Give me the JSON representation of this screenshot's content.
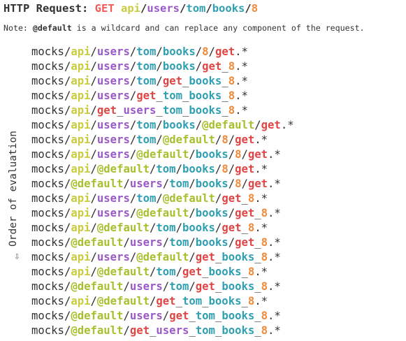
{
  "header": {
    "prefix": "HTTP Request:",
    "method": "GET",
    "path": [
      {
        "text": "api",
        "role": "api"
      },
      {
        "text": "/",
        "role": "sep"
      },
      {
        "text": "users",
        "role": "users"
      },
      {
        "text": "/",
        "role": "sep"
      },
      {
        "text": "tom",
        "role": "tom"
      },
      {
        "text": "/",
        "role": "sep"
      },
      {
        "text": "books",
        "role": "books"
      },
      {
        "text": "/",
        "role": "sep"
      },
      {
        "text": "8",
        "role": "num"
      }
    ]
  },
  "note": {
    "prefix": "Note: ",
    "keyword": "@default",
    "suffix": " is a wildcard and can replace any component of the request."
  },
  "side_label": "Order of evaluation",
  "arrow_glyph": "⇩",
  "colors": {
    "text": "#333333",
    "method": "#f05a5a",
    "api": "#c9cc3f",
    "users": "#9a59c7",
    "tom": "#2f9fb2",
    "books": "#2f9fb2",
    "num": "#f08a3a",
    "default": "#a8bf2e",
    "get": "#e04545"
  },
  "routes": [
    [
      [
        "mocks/",
        "t"
      ],
      [
        "api",
        "api"
      ],
      [
        "/",
        "t"
      ],
      [
        "users",
        "users"
      ],
      [
        "/",
        "t"
      ],
      [
        "tom",
        "tom"
      ],
      [
        "/",
        "t"
      ],
      [
        "books",
        "books"
      ],
      [
        "/",
        "t"
      ],
      [
        "8",
        "num"
      ],
      [
        "/",
        "t"
      ],
      [
        "get",
        "get"
      ],
      [
        ".*",
        "t"
      ]
    ],
    [
      [
        "mocks/",
        "t"
      ],
      [
        "api",
        "api"
      ],
      [
        "/",
        "t"
      ],
      [
        "users",
        "users"
      ],
      [
        "/",
        "t"
      ],
      [
        "tom",
        "tom"
      ],
      [
        "/",
        "t"
      ],
      [
        "books",
        "books"
      ],
      [
        "/",
        "t"
      ],
      [
        "get",
        "get"
      ],
      [
        "_",
        "t"
      ],
      [
        "8",
        "num"
      ],
      [
        ".*",
        "t"
      ]
    ],
    [
      [
        "mocks/",
        "t"
      ],
      [
        "api",
        "api"
      ],
      [
        "/",
        "t"
      ],
      [
        "users",
        "users"
      ],
      [
        "/",
        "t"
      ],
      [
        "tom",
        "tom"
      ],
      [
        "/",
        "t"
      ],
      [
        "get",
        "get"
      ],
      [
        "_",
        "t"
      ],
      [
        "books",
        "books"
      ],
      [
        "_",
        "t"
      ],
      [
        "8",
        "num"
      ],
      [
        ".*",
        "t"
      ]
    ],
    [
      [
        "mocks/",
        "t"
      ],
      [
        "api",
        "api"
      ],
      [
        "/",
        "t"
      ],
      [
        "users",
        "users"
      ],
      [
        "/",
        "t"
      ],
      [
        "get",
        "get"
      ],
      [
        "_",
        "t"
      ],
      [
        "tom",
        "tom"
      ],
      [
        "_",
        "t"
      ],
      [
        "books",
        "books"
      ],
      [
        "_",
        "t"
      ],
      [
        "8",
        "num"
      ],
      [
        ".*",
        "t"
      ]
    ],
    [
      [
        "mocks/",
        "t"
      ],
      [
        "api",
        "api"
      ],
      [
        "/",
        "t"
      ],
      [
        "get",
        "get"
      ],
      [
        "_",
        "t"
      ],
      [
        "users",
        "users"
      ],
      [
        "_",
        "t"
      ],
      [
        "tom",
        "tom"
      ],
      [
        "_",
        "t"
      ],
      [
        "books",
        "books"
      ],
      [
        "_",
        "t"
      ],
      [
        "8",
        "num"
      ],
      [
        ".*",
        "t"
      ]
    ],
    [
      [
        "mocks/",
        "t"
      ],
      [
        "api",
        "api"
      ],
      [
        "/",
        "t"
      ],
      [
        "users",
        "users"
      ],
      [
        "/",
        "t"
      ],
      [
        "tom",
        "tom"
      ],
      [
        "/",
        "t"
      ],
      [
        "books",
        "books"
      ],
      [
        "/",
        "t"
      ],
      [
        "@default",
        "default"
      ],
      [
        "/",
        "t"
      ],
      [
        "get",
        "get"
      ],
      [
        ".*",
        "t"
      ]
    ],
    [
      [
        "mocks/",
        "t"
      ],
      [
        "api",
        "api"
      ],
      [
        "/",
        "t"
      ],
      [
        "users",
        "users"
      ],
      [
        "/",
        "t"
      ],
      [
        "tom",
        "tom"
      ],
      [
        "/",
        "t"
      ],
      [
        "@default",
        "default"
      ],
      [
        "/",
        "t"
      ],
      [
        "8",
        "num"
      ],
      [
        "/",
        "t"
      ],
      [
        "get",
        "get"
      ],
      [
        ".*",
        "t"
      ]
    ],
    [
      [
        "mocks/",
        "t"
      ],
      [
        "api",
        "api"
      ],
      [
        "/",
        "t"
      ],
      [
        "users",
        "users"
      ],
      [
        "/",
        "t"
      ],
      [
        "@default",
        "default"
      ],
      [
        "/",
        "t"
      ],
      [
        "books",
        "books"
      ],
      [
        "/",
        "t"
      ],
      [
        "8",
        "num"
      ],
      [
        "/",
        "t"
      ],
      [
        "get",
        "get"
      ],
      [
        ".*",
        "t"
      ]
    ],
    [
      [
        "mocks/",
        "t"
      ],
      [
        "api",
        "api"
      ],
      [
        "/",
        "t"
      ],
      [
        "@default",
        "default"
      ],
      [
        "/",
        "t"
      ],
      [
        "tom",
        "tom"
      ],
      [
        "/",
        "t"
      ],
      [
        "books",
        "books"
      ],
      [
        "/",
        "t"
      ],
      [
        "8",
        "num"
      ],
      [
        "/",
        "t"
      ],
      [
        "get",
        "get"
      ],
      [
        ".*",
        "t"
      ]
    ],
    [
      [
        "mocks/",
        "t"
      ],
      [
        "@default",
        "default"
      ],
      [
        "/",
        "t"
      ],
      [
        "users",
        "users"
      ],
      [
        "/",
        "t"
      ],
      [
        "tom",
        "tom"
      ],
      [
        "/",
        "t"
      ],
      [
        "books",
        "books"
      ],
      [
        "/",
        "t"
      ],
      [
        "8",
        "num"
      ],
      [
        "/",
        "t"
      ],
      [
        "get",
        "get"
      ],
      [
        ".*",
        "t"
      ]
    ],
    [
      [
        "mocks/",
        "t"
      ],
      [
        "api",
        "api"
      ],
      [
        "/",
        "t"
      ],
      [
        "users",
        "users"
      ],
      [
        "/",
        "t"
      ],
      [
        "tom",
        "tom"
      ],
      [
        "/",
        "t"
      ],
      [
        "@default",
        "default"
      ],
      [
        "/",
        "t"
      ],
      [
        "get",
        "get"
      ],
      [
        "_",
        "t"
      ],
      [
        "8",
        "num"
      ],
      [
        ".*",
        "t"
      ]
    ],
    [
      [
        "mocks/",
        "t"
      ],
      [
        "api",
        "api"
      ],
      [
        "/",
        "t"
      ],
      [
        "users",
        "users"
      ],
      [
        "/",
        "t"
      ],
      [
        "@default",
        "default"
      ],
      [
        "/",
        "t"
      ],
      [
        "books",
        "books"
      ],
      [
        "/",
        "t"
      ],
      [
        "get",
        "get"
      ],
      [
        "_",
        "t"
      ],
      [
        "8",
        "num"
      ],
      [
        ".*",
        "t"
      ]
    ],
    [
      [
        "mocks/",
        "t"
      ],
      [
        "api",
        "api"
      ],
      [
        "/",
        "t"
      ],
      [
        "@default",
        "default"
      ],
      [
        "/",
        "t"
      ],
      [
        "tom",
        "tom"
      ],
      [
        "/",
        "t"
      ],
      [
        "books",
        "books"
      ],
      [
        "/",
        "t"
      ],
      [
        "get",
        "get"
      ],
      [
        "_",
        "t"
      ],
      [
        "8",
        "num"
      ],
      [
        ".*",
        "t"
      ]
    ],
    [
      [
        "mocks/",
        "t"
      ],
      [
        "@default",
        "default"
      ],
      [
        "/",
        "t"
      ],
      [
        "users",
        "users"
      ],
      [
        "/",
        "t"
      ],
      [
        "tom",
        "tom"
      ],
      [
        "/",
        "t"
      ],
      [
        "books",
        "books"
      ],
      [
        "/",
        "t"
      ],
      [
        "get",
        "get"
      ],
      [
        "_",
        "t"
      ],
      [
        "8",
        "num"
      ],
      [
        ".*",
        "t"
      ]
    ],
    [
      [
        "mocks/",
        "t"
      ],
      [
        "api",
        "api"
      ],
      [
        "/",
        "t"
      ],
      [
        "users",
        "users"
      ],
      [
        "/",
        "t"
      ],
      [
        "@default",
        "default"
      ],
      [
        "/",
        "t"
      ],
      [
        "get",
        "get"
      ],
      [
        "_",
        "t"
      ],
      [
        "books",
        "books"
      ],
      [
        "_",
        "t"
      ],
      [
        "8",
        "num"
      ],
      [
        ".*",
        "t"
      ]
    ],
    [
      [
        "mocks/",
        "t"
      ],
      [
        "api",
        "api"
      ],
      [
        "/",
        "t"
      ],
      [
        "@default",
        "default"
      ],
      [
        "/",
        "t"
      ],
      [
        "tom",
        "tom"
      ],
      [
        "/",
        "t"
      ],
      [
        "get",
        "get"
      ],
      [
        "_",
        "t"
      ],
      [
        "books",
        "books"
      ],
      [
        "_",
        "t"
      ],
      [
        "8",
        "num"
      ],
      [
        ".*",
        "t"
      ]
    ],
    [
      [
        "mocks/",
        "t"
      ],
      [
        "@default",
        "default"
      ],
      [
        "/",
        "t"
      ],
      [
        "users",
        "users"
      ],
      [
        "/",
        "t"
      ],
      [
        "tom",
        "tom"
      ],
      [
        "/",
        "t"
      ],
      [
        "get",
        "get"
      ],
      [
        "_",
        "t"
      ],
      [
        "books",
        "books"
      ],
      [
        "_",
        "t"
      ],
      [
        "8",
        "num"
      ],
      [
        ".*",
        "t"
      ]
    ],
    [
      [
        "mocks/",
        "t"
      ],
      [
        "api",
        "api"
      ],
      [
        "/",
        "t"
      ],
      [
        "@default",
        "default"
      ],
      [
        "/",
        "t"
      ],
      [
        "get",
        "get"
      ],
      [
        "_",
        "t"
      ],
      [
        "tom",
        "tom"
      ],
      [
        "_",
        "t"
      ],
      [
        "books",
        "books"
      ],
      [
        "_",
        "t"
      ],
      [
        "8",
        "num"
      ],
      [
        ".*",
        "t"
      ]
    ],
    [
      [
        "mocks/",
        "t"
      ],
      [
        "@default",
        "default"
      ],
      [
        "/",
        "t"
      ],
      [
        "users",
        "users"
      ],
      [
        "/",
        "t"
      ],
      [
        "get",
        "get"
      ],
      [
        "_",
        "t"
      ],
      [
        "tom",
        "tom"
      ],
      [
        "_",
        "t"
      ],
      [
        "books",
        "books"
      ],
      [
        "_",
        "t"
      ],
      [
        "8",
        "num"
      ],
      [
        ".*",
        "t"
      ]
    ],
    [
      [
        "mocks/",
        "t"
      ],
      [
        "@default",
        "default"
      ],
      [
        "/",
        "t"
      ],
      [
        "get",
        "get"
      ],
      [
        "_",
        "t"
      ],
      [
        "users",
        "users"
      ],
      [
        "_",
        "t"
      ],
      [
        "tom",
        "tom"
      ],
      [
        "_",
        "t"
      ],
      [
        "books",
        "books"
      ],
      [
        "_",
        "t"
      ],
      [
        "8",
        "num"
      ],
      [
        ".*",
        "t"
      ]
    ]
  ]
}
